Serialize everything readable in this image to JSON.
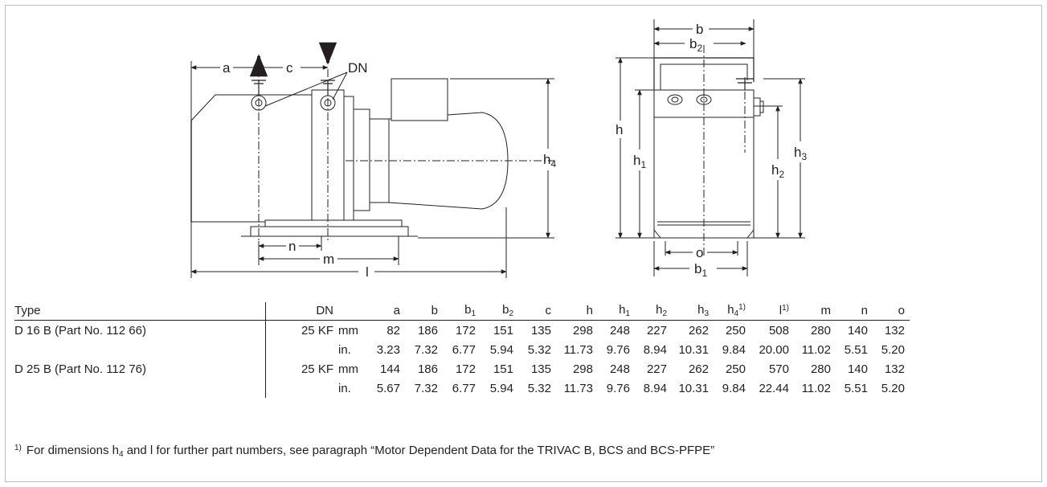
{
  "drawing": {
    "side_view": {
      "a": "a",
      "c": "c",
      "dn": "DN",
      "h4_main": "h",
      "h4_sub": "4",
      "n": "n",
      "m": "m",
      "l": "l"
    },
    "front_view": {
      "b": "b",
      "b2_main": "b",
      "b2_sub": "2",
      "h": "h",
      "h1_main": "h",
      "h1_sub": "1",
      "h2_main": "h",
      "h2_sub": "2",
      "h3_main": "h",
      "h3_sub": "3",
      "o": "o",
      "b1_main": "b",
      "b1_sub": "1"
    }
  },
  "table": {
    "headers": {
      "type": "Type",
      "dn": "DN",
      "a": "a",
      "b": "b",
      "b1_main": "b",
      "b1_sub": "1",
      "b2_main": "b",
      "b2_sub": "2",
      "c": "c",
      "h": "h",
      "h1_main": "h",
      "h1_sub": "1",
      "h2_main": "h",
      "h2_sub": "2",
      "h3_main": "h",
      "h3_sub": "3",
      "h4_main": "h",
      "h4_sub": "4",
      "h4_note": "1)",
      "l_main": "l",
      "l_note": "1)",
      "m": "m",
      "n": "n",
      "o": "o"
    },
    "rows": [
      {
        "type": "D 16 B (Part No. 112 66)",
        "dn": "25 KF",
        "unit": "mm",
        "a": "82",
        "b": "186",
        "b1": "172",
        "b2": "151",
        "c": "135",
        "h": "298",
        "h1": "248",
        "h2": "227",
        "h3": "262",
        "h4": "250",
        "l": "508",
        "m": "280",
        "n": "140",
        "o": "132"
      },
      {
        "type": "",
        "dn": "",
        "unit": "in.",
        "a": "3.23",
        "b": "7.32",
        "b1": "6.77",
        "b2": "5.94",
        "c": "5.32",
        "h": "11.73",
        "h1": "9.76",
        "h2": "8.94",
        "h3": "10.31",
        "h4": "9.84",
        "l": "20.00",
        "m": "11.02",
        "n": "5.51",
        "o": "5.20"
      },
      {
        "type": "D 25 B (Part No. 112 76)",
        "dn": "25 KF",
        "unit": "mm",
        "a": "144",
        "b": "186",
        "b1": "172",
        "b2": "151",
        "c": "135",
        "h": "298",
        "h1": "248",
        "h2": "227",
        "h3": "262",
        "h4": "250",
        "l": "570",
        "m": "280",
        "n": "140",
        "o": "132"
      },
      {
        "type": "",
        "dn": "",
        "unit": "in.",
        "a": "5.67",
        "b": "7.32",
        "b1": "6.77",
        "b2": "5.94",
        "c": "5.32",
        "h": "11.73",
        "h1": "9.76",
        "h2": "8.94",
        "h3": "10.31",
        "h4": "9.84",
        "l": "22.44",
        "m": "11.02",
        "n": "5.51",
        "o": "5.20"
      }
    ]
  },
  "footnote": {
    "marker": "1)",
    "text_before": "For dimensions h",
    "text_sub": "4",
    "text_after": " and l for further part numbers, see paragraph “Motor Dependent Data for the TRIVAC B, BCS and BCS-PFPE”"
  }
}
